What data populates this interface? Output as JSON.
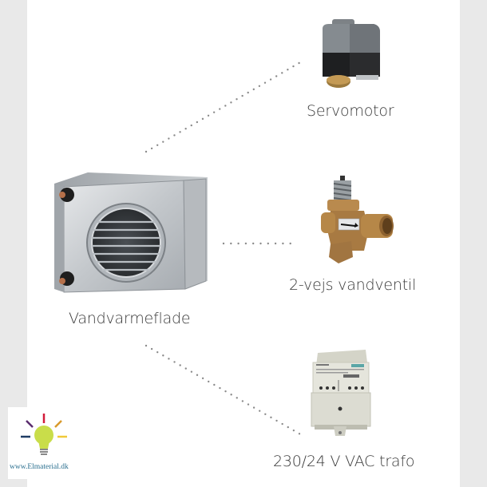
{
  "diagram": {
    "center": {
      "label": "Vandvarmeflade",
      "icon": "air-heater-coil-icon"
    },
    "components": [
      {
        "label": "Servomotor",
        "icon": "servomotor-actuator-icon"
      },
      {
        "label": "2-vejs vandventil",
        "icon": "two-way-valve-icon"
      },
      {
        "label": "230/24 V VAC trafo",
        "icon": "transformer-icon"
      }
    ],
    "connectors": [
      {
        "from": "Vandvarmeflade",
        "to": "Servomotor",
        "style": "dotted"
      },
      {
        "from": "Vandvarmeflade",
        "to": "2-vejs vandventil",
        "style": "dotted"
      },
      {
        "from": "Vandvarmeflade",
        "to": "230/24 V VAC trafo",
        "style": "dotted"
      }
    ]
  },
  "logo": {
    "text": "www.Elmaterial.dk",
    "icon": "lightbulb-icon"
  },
  "colors": {
    "background": "#e9e9e9",
    "panel": "#ffffff",
    "dots": "#8a8a8a",
    "label": "#3a3a3a",
    "logo_text": "#2a6f8f"
  }
}
